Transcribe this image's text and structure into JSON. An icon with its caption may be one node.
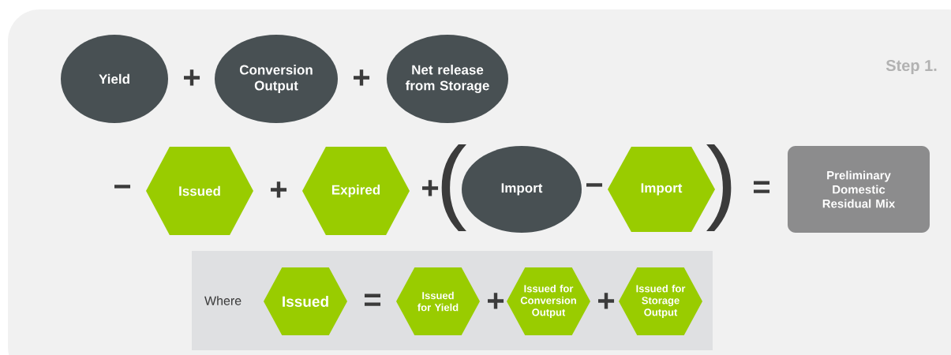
{
  "diagram": {
    "nodes": [
      {
        "text": [
          "Yield"
        ]
      },
      {
        "text": [
          "Conversion Output"
        ]
      },
      {
        "text": [
          "Net release from Storage"
        ]
      },
      {
        "text": [
          "Issued"
        ]
      },
      {
        "text": [
          "Expired"
        ]
      },
      {
        "text": [
          "Import"
        ]
      },
      {
        "text": [
          "Import"
        ]
      },
      {
        "text": [
          "Preliminary Domestic Residual Mix"
        ]
      },
      {
        "text": [
          "Where"
        ]
      },
      {
        "text": [
          "Issued"
        ],
        "in": 8
      },
      {
        "text": [
          "Issued for Yield"
        ],
        "in": 8
      },
      {
        "text": [
          "Issued for Conversion Output"
        ],
        "in": 8
      },
      {
        "text": [
          "Issued for Storage Output"
        ],
        "in": 8
      }
    ],
    "labels": [
      "+",
      "+",
      "Step 1.",
      "−",
      "+",
      "+",
      "(",
      "−",
      ")",
      "=",
      "=",
      "+",
      "+"
    ]
  }
}
